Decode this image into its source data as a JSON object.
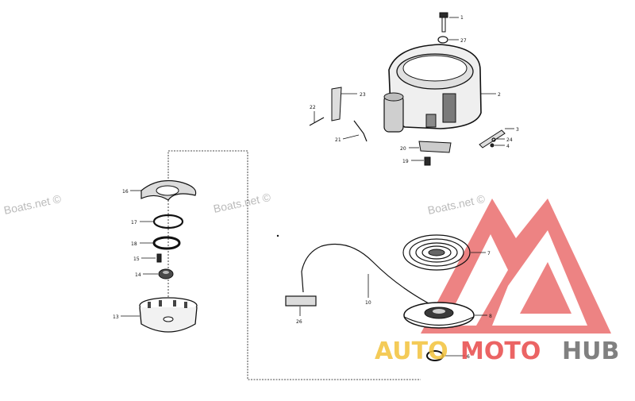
{
  "watermarks": [
    {
      "text": "Boats.net ©"
    },
    {
      "text": "Boats.net ©"
    },
    {
      "text": "Boats.net ©"
    }
  ],
  "brand": {
    "part1": "AUTO",
    "part2": "MOTO",
    "part3": "HUB",
    "colors": {
      "auto": "#f3c23c",
      "moto": "#e84a4a",
      "hub": "#6b6b6b",
      "mark": "#e85a5a"
    }
  },
  "callouts": {
    "c1": "1",
    "c2": "2",
    "c3": "3",
    "c4": "4",
    "c6": "6",
    "c7": "7",
    "c8": "8",
    "c10": "10",
    "c13": "13",
    "c14": "14",
    "c15": "15",
    "c16": "16",
    "c17": "17",
    "c18": "18",
    "c19": "19",
    "c20": "20",
    "c21": "21",
    "c22": "22",
    "c23": "23",
    "c24": "24",
    "c26": "26",
    "c27": "27"
  }
}
